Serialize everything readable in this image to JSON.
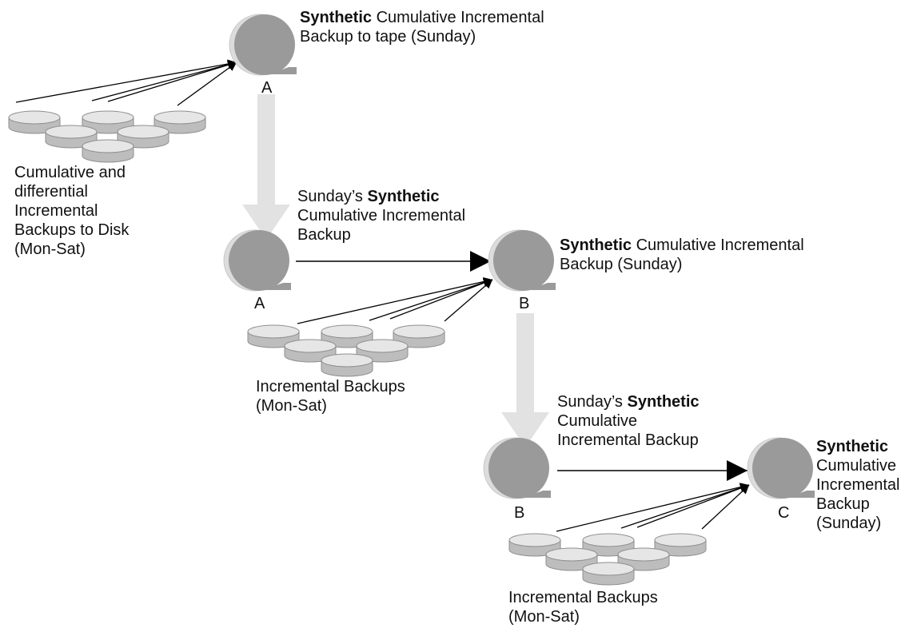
{
  "colors": {
    "tape": "#9a9a9a",
    "tape_back": "#dcdcdc",
    "disk_top": "#e6e6e6",
    "disk_side": "#bdbdbd",
    "progress_arrow": "#e2e2e2",
    "line": "#000000",
    "text": "#111111"
  },
  "icons": {
    "tape": "tape-reel-icon",
    "disk": "disk-platter-icon"
  },
  "stage1": {
    "tape_label": "A",
    "title_bold": "Synthetic",
    "title_rest": " Cumulative Incremental",
    "title_line2": "Backup to tape (Sunday)",
    "disk_caption": [
      "Cumulative and",
      "differential",
      "Incremental",
      "Backups to Disk",
      "(Mon-Sat)"
    ]
  },
  "stage2": {
    "source_label": "A",
    "target_label": "B",
    "arrow_caption_line1_pre": "Sunday’s ",
    "arrow_caption_line1_bold": "Synthetic",
    "arrow_caption_line2": "Cumulative Incremental",
    "arrow_caption_line3": "Backup",
    "target_title_bold": "Synthetic",
    "target_title_rest": " Cumulative Incremental",
    "target_title_line2": "Backup (Sunday)",
    "disk_caption": [
      "Incremental Backups",
      "(Mon-Sat)"
    ]
  },
  "stage3": {
    "source_label": "B",
    "target_label": "C",
    "arrow_caption_line1_pre": "Sunday’s ",
    "arrow_caption_line1_bold": "Synthetic",
    "arrow_caption_line2": "Cumulative",
    "arrow_caption_line3": "Incremental Backup",
    "target_title_bold": "Synthetic",
    "target_title_lines": [
      "Cumulative",
      "Incremental",
      "Backup",
      "(Sunday)"
    ],
    "disk_caption": [
      "Incremental Backups",
      "(Mon-Sat)"
    ]
  }
}
